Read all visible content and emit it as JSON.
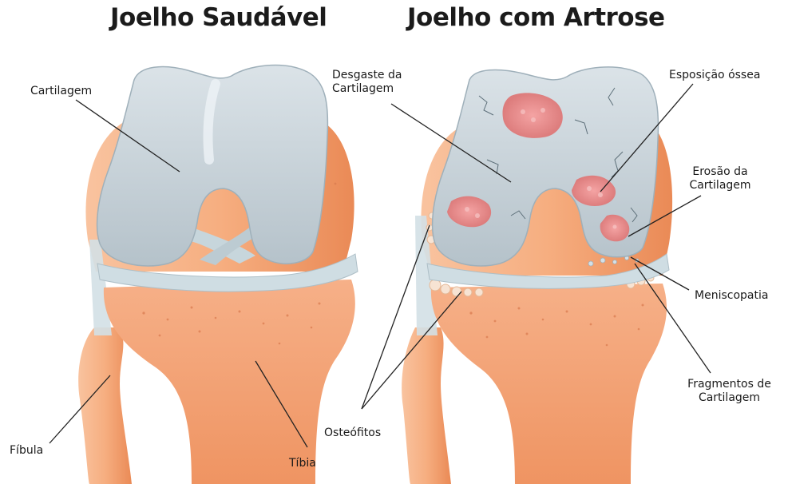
{
  "titles": {
    "healthy": "Joelho Saudável",
    "arthrosis": "Joelho com Artrose"
  },
  "labels": {
    "cartilagem": "Cartilagem",
    "fibula": "Fíbula",
    "tibia": "Tíbia",
    "desgaste_l1": "Desgaste da",
    "desgaste_l2": "Cartilagem",
    "exposicao": "Esposição óssea",
    "erosao_l1": "Erosão da",
    "erosao_l2": "Cartilagem",
    "meniscopatia": "Meniscopatia",
    "fragmentos_l1": "Fragmentos de",
    "fragmentos_l2": "Cartilagem",
    "osteofitos": "Osteófitos"
  },
  "colors": {
    "bone": "#f7b386",
    "bone_dark": "#ee8f5c",
    "cartilage": "#c9d3da",
    "cartilage_shadow": "#a9b6bf",
    "ligament": "#cfdde2",
    "exposed_bone": "#e98a8a",
    "leader": "#222222"
  }
}
